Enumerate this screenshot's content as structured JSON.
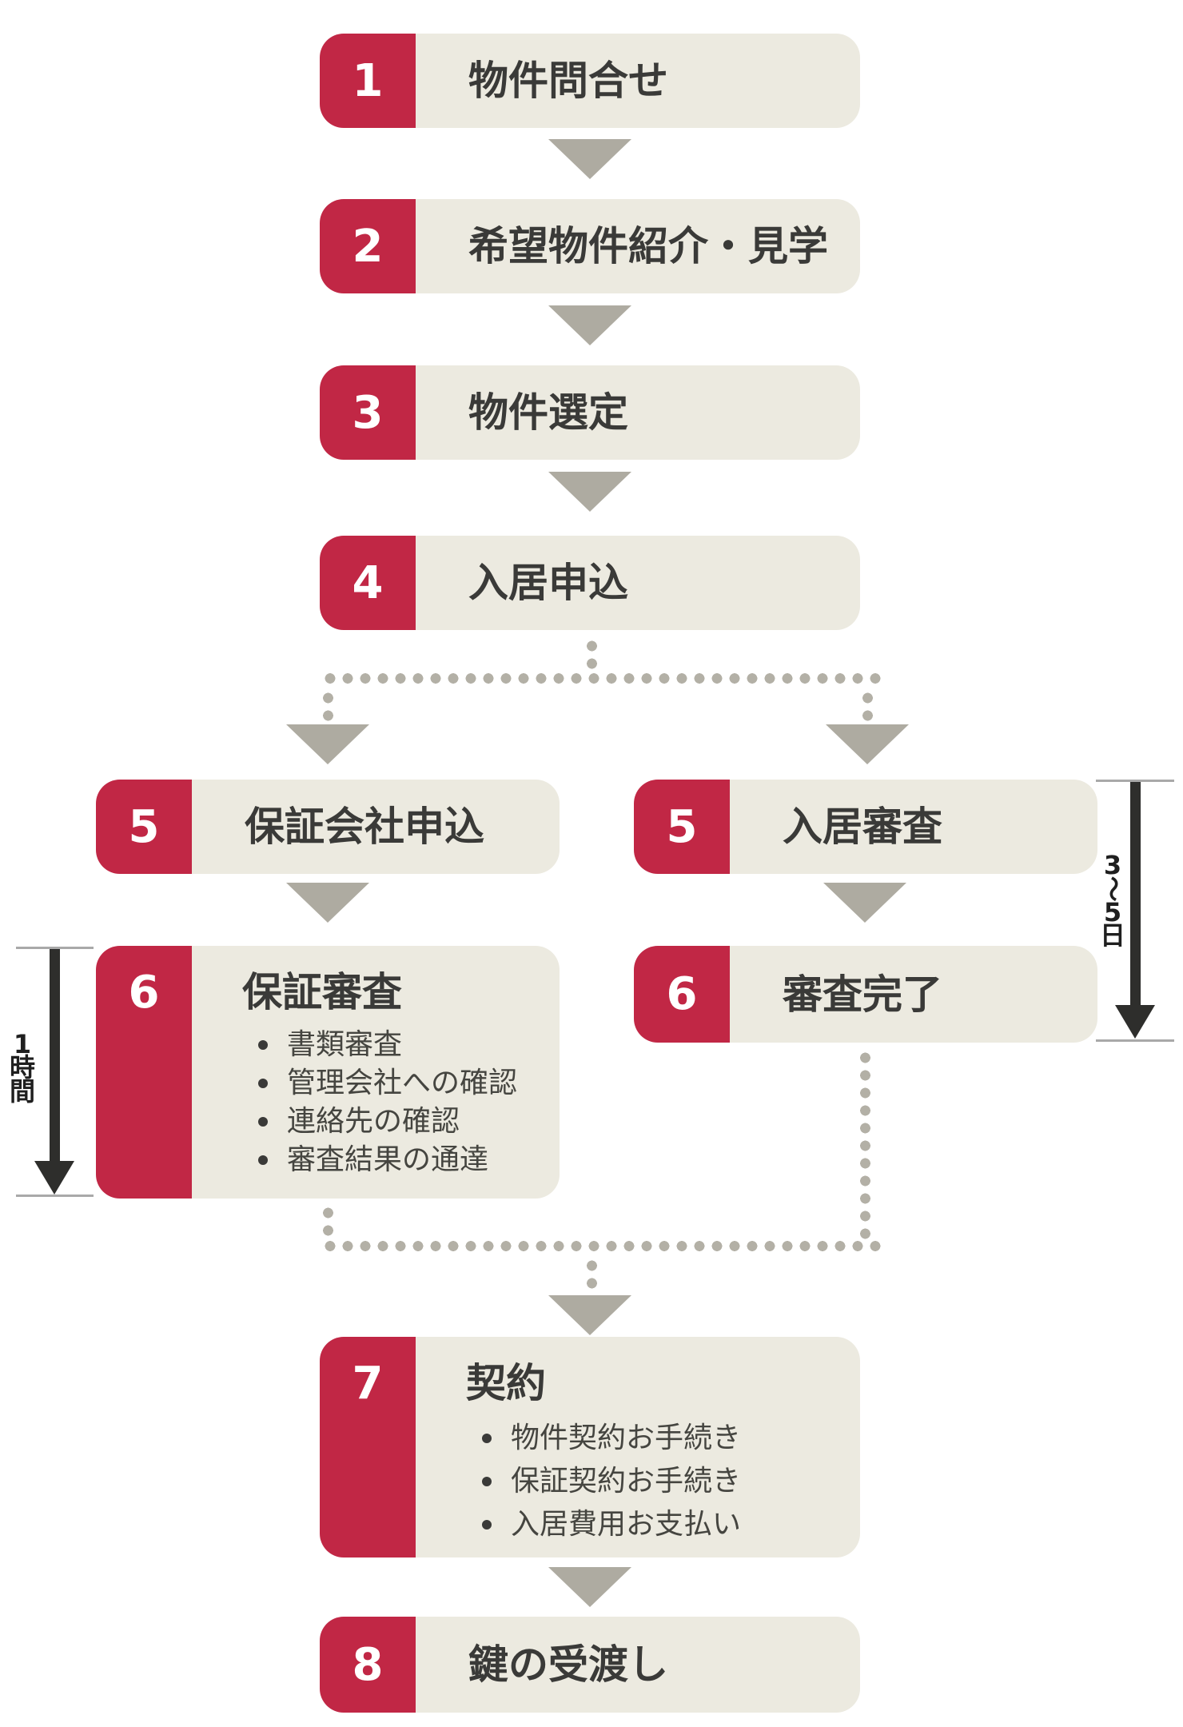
{
  "colors": {
    "accent_red": "#c12745",
    "box_beige": "#eceae0",
    "arrow_gray": "#aeaba1",
    "dot_gray": "#b3b0a6",
    "timeline_black": "#2e2e2c",
    "text_dark": "#3a3a38"
  },
  "flow": {
    "main_steps": [
      {
        "number": "1",
        "title": "物件問合せ"
      },
      {
        "number": "2",
        "title": "希望物件紹介・見学"
      },
      {
        "number": "3",
        "title": "物件選定"
      },
      {
        "number": "4",
        "title": "入居申込"
      }
    ],
    "left_branch": {
      "duration": "1時間",
      "steps": [
        {
          "number": "5",
          "title": "保証会社申込"
        },
        {
          "number": "6",
          "title": "保証審査",
          "bullets": [
            "書類審査",
            "管理会社への確認",
            "連絡先の確認",
            "審査結果の通達"
          ]
        }
      ]
    },
    "right_branch": {
      "duration": "3〜5日",
      "steps": [
        {
          "number": "5",
          "title": "入居審査"
        },
        {
          "number": "6",
          "title": "審査完了"
        }
      ]
    },
    "final_steps": [
      {
        "number": "7",
        "title": "契約",
        "bullets": [
          "物件契約お手続き",
          "保証契約お手続き",
          "入居費用お支払い"
        ]
      },
      {
        "number": "8",
        "title": "鍵の受渡し"
      }
    ]
  }
}
